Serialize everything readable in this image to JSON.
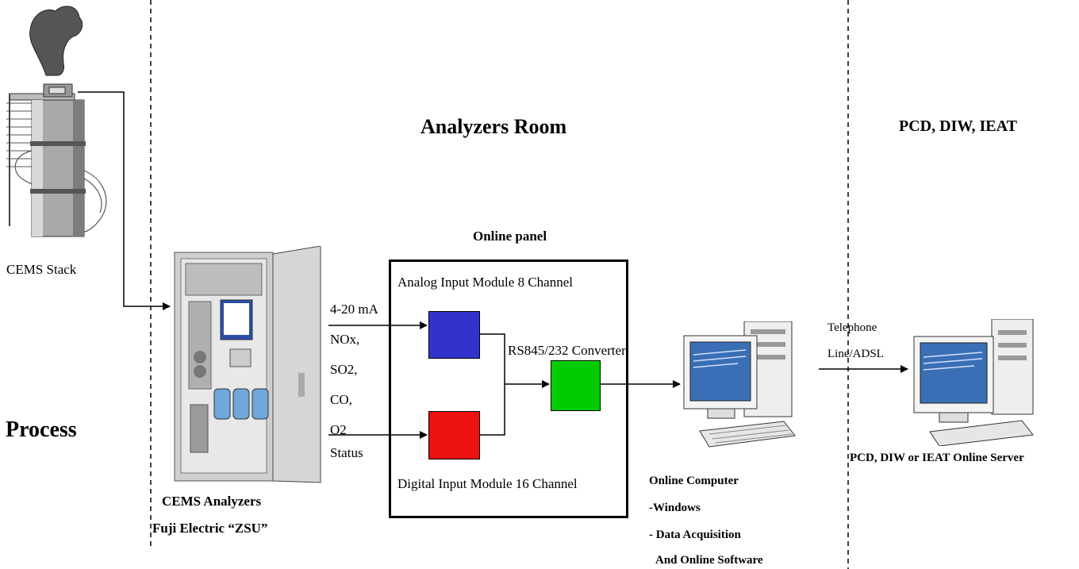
{
  "sections": {
    "analyzers_room": "Analyzers Room",
    "pcd_diw_ieat": "PCD, DIW, IEAT",
    "process": "Process"
  },
  "stack": {
    "label": "CEMS Stack"
  },
  "analyzer": {
    "title": "CEMS Analyzers",
    "model": "Fuji Electric “ZSU”"
  },
  "signals": [
    "4-20 mA",
    "NOx,",
    "SO2,",
    "CO,",
    "O2",
    "Status"
  ],
  "panel": {
    "title": "Online panel",
    "analog_module": "Analog Input Module 8 Channel",
    "digital_module": "Digital Input Module 16 Channel",
    "converter": "RS845/232 Converter"
  },
  "computer": {
    "title": "Online Computer",
    "line1": "-Windows",
    "line2": "- Data Acquisition",
    "line3": "And Online Software"
  },
  "link": {
    "line1": "Telephone",
    "line2": "Line/ADSL"
  },
  "server": {
    "label": "PCD, DIW or IEAT Online Server"
  },
  "colors": {
    "analog": "#3333cc",
    "digital": "#ee1111",
    "converter": "#00cc00"
  }
}
